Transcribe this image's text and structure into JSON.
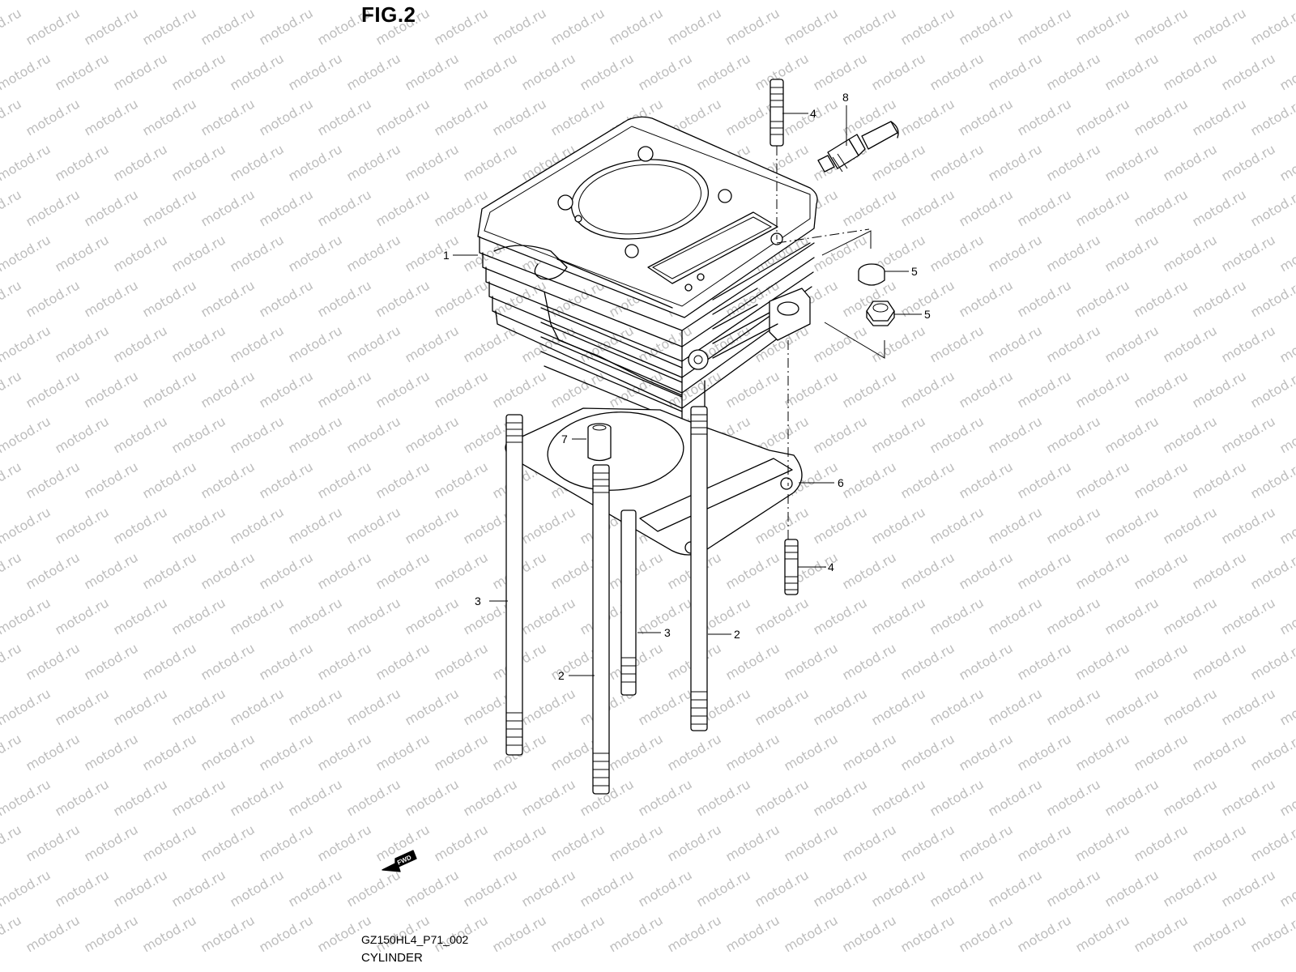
{
  "figure_title": "FIG.2",
  "drawing_code": "GZ150HL4_P71_002",
  "caption": "CYLINDER",
  "watermark": "motod.ru",
  "fwd_label": "FWD",
  "callouts": {
    "c1": "1",
    "c2a": "2",
    "c2b": "2",
    "c3a": "3",
    "c3b": "3",
    "c4a": "4",
    "c4b": "4",
    "c5a": "5",
    "c5b": "5",
    "c6": "6",
    "c7": "7",
    "c8": "8"
  },
  "colors": {
    "line": "#000000",
    "watermark": "#bdbdbd",
    "background": "#ffffff"
  }
}
